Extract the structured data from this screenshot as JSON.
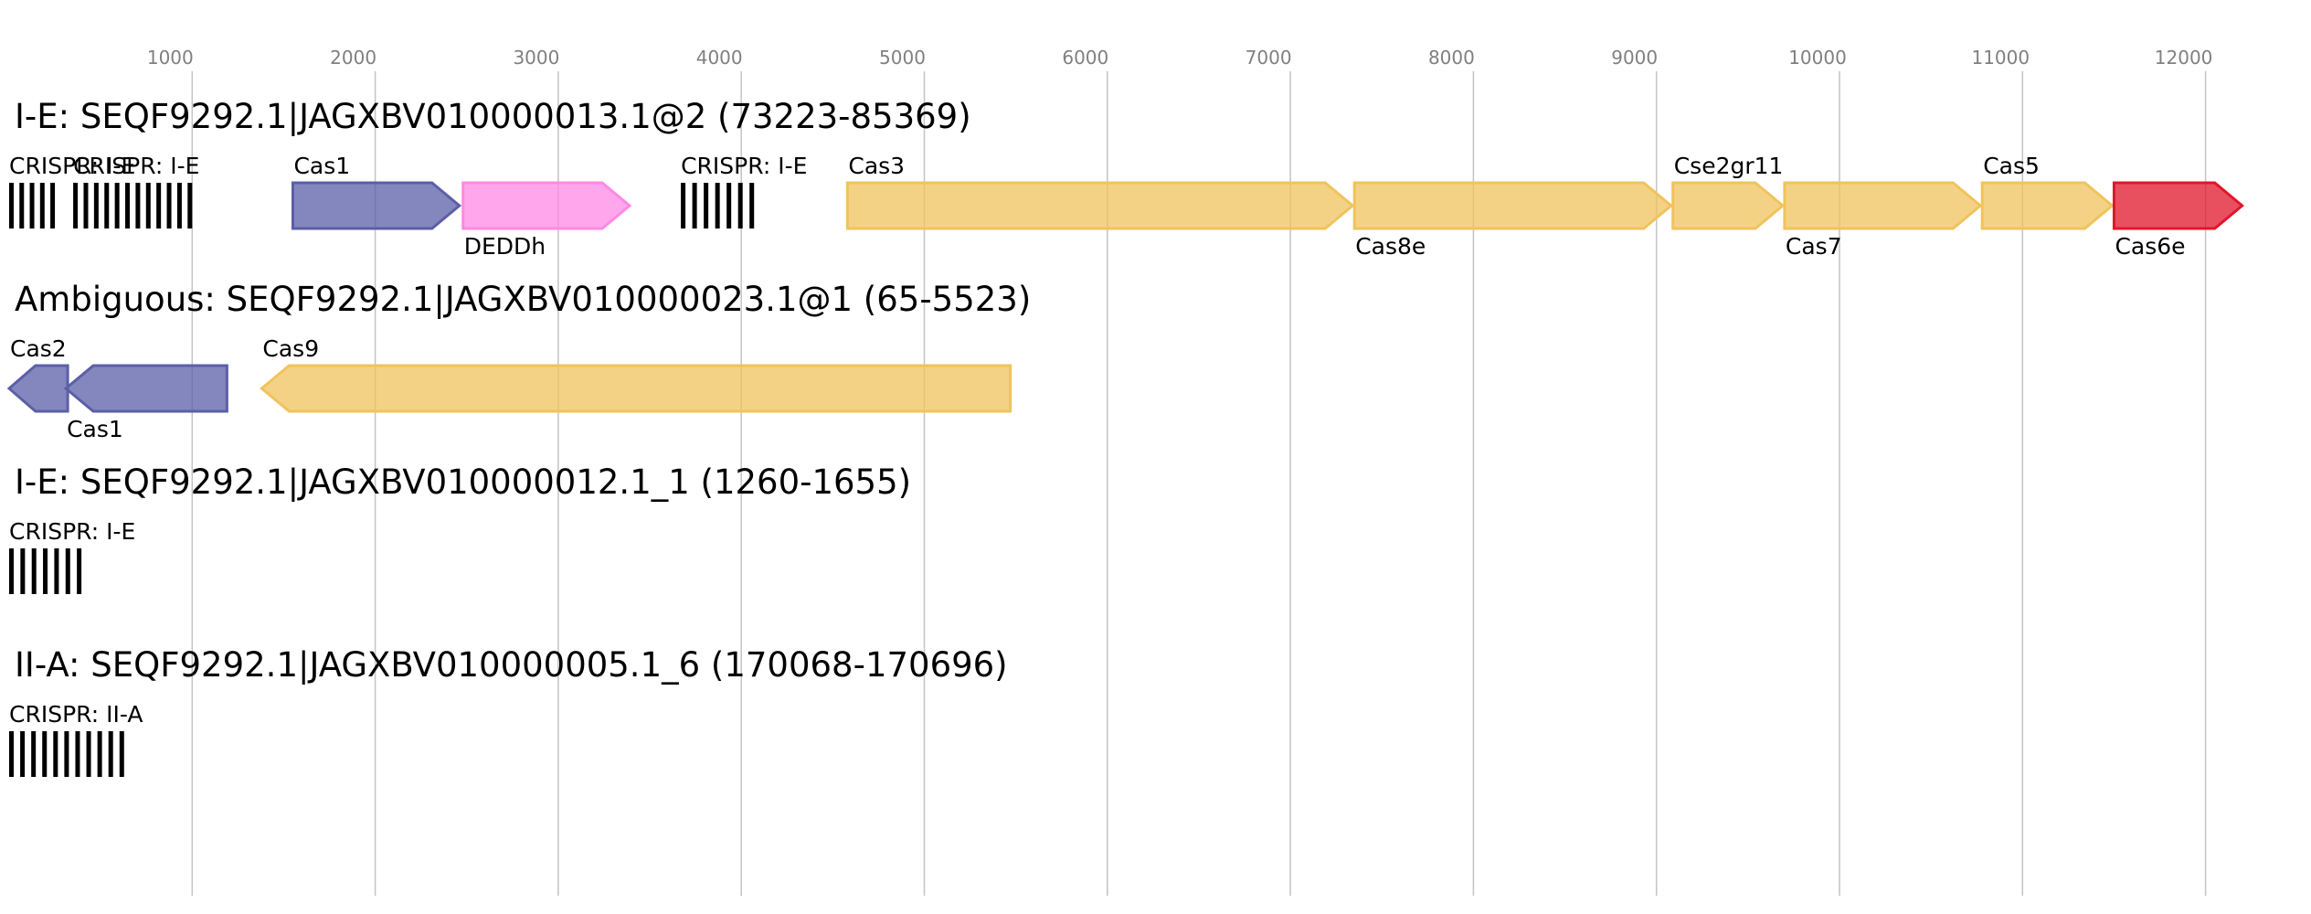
{
  "axis": {
    "ticks": [
      1000,
      2000,
      3000,
      4000,
      5000,
      6000,
      7000,
      8000,
      9000,
      10000,
      11000,
      12000
    ],
    "range": [
      0,
      12300
    ]
  },
  "colors": {
    "blue": "#5b5fa7",
    "pink": "#ff88e6",
    "yellow": "#f0c35c",
    "red": "#e0162b",
    "crispr": "#000000"
  },
  "tracks": [
    {
      "title": "I-E: SEQF9292.1|JAGXBV010000013.1@2 (73223-85369)",
      "features": [
        {
          "kind": "crispr",
          "start": 0,
          "end": 250,
          "spacers": 5,
          "label": "CRISPR: I-E",
          "label_pos": "above"
        },
        {
          "kind": "crispr",
          "start": 350,
          "end": 1000,
          "spacers": 12,
          "label": "CRISPR: I-E",
          "label_pos": "above"
        },
        {
          "kind": "gene",
          "name": "Cas1",
          "start": 1550,
          "end": 2460,
          "strand": "+",
          "color": "blue",
          "label_pos": "above"
        },
        {
          "kind": "gene",
          "name": "DEDDh",
          "start": 2480,
          "end": 3390,
          "strand": "+",
          "color": "pink",
          "label_pos": "below"
        },
        {
          "kind": "crispr",
          "start": 3670,
          "end": 4070,
          "spacers": 7,
          "label": "CRISPR: I-E",
          "label_pos": "above"
        },
        {
          "kind": "gene",
          "name": "Cas3",
          "start": 4580,
          "end": 7340,
          "strand": "+",
          "color": "yellow",
          "label_pos": "above"
        },
        {
          "kind": "gene",
          "name": "Cas8e",
          "start": 7350,
          "end": 9080,
          "strand": "+",
          "color": "yellow",
          "label_pos": "below"
        },
        {
          "kind": "gene",
          "name": "Cse2gr11",
          "start": 9090,
          "end": 9690,
          "strand": "+",
          "color": "yellow",
          "label_pos": "above"
        },
        {
          "kind": "gene",
          "name": "Cas7",
          "start": 9700,
          "end": 10770,
          "strand": "+",
          "color": "yellow",
          "label_pos": "below"
        },
        {
          "kind": "gene",
          "name": "Cas5",
          "start": 10780,
          "end": 11490,
          "strand": "+",
          "color": "yellow",
          "label_pos": "above"
        },
        {
          "kind": "gene",
          "name": "Cas6e",
          "start": 11500,
          "end": 12200,
          "strand": "+",
          "color": "red",
          "label_pos": "below"
        }
      ]
    },
    {
      "title": "Ambiguous: SEQF9292.1|JAGXBV010000023.1@1 (65-5523)",
      "features": [
        {
          "kind": "gene",
          "name": "Cas2",
          "start": 0,
          "end": 320,
          "strand": "-",
          "color": "blue",
          "label_pos": "above"
        },
        {
          "kind": "gene",
          "name": "Cas1",
          "start": 310,
          "end": 1190,
          "strand": "-",
          "color": "blue",
          "label_pos": "below"
        },
        {
          "kind": "gene",
          "name": "Cas9",
          "start": 1380,
          "end": 5470,
          "strand": "-",
          "color": "yellow",
          "label_pos": "above"
        }
      ]
    },
    {
      "title": "I-E: SEQF9292.1|JAGXBV010000012.1_1 (1260-1655)",
      "features": [
        {
          "kind": "crispr",
          "start": 0,
          "end": 395,
          "spacers": 7,
          "label": "CRISPR: I-E",
          "label_pos": "above"
        }
      ]
    },
    {
      "title": "II-A: SEQF9292.1|JAGXBV010000005.1_6 (170068-170696)",
      "features": [
        {
          "kind": "crispr",
          "start": 0,
          "end": 628,
          "spacers": 11,
          "label": "CRISPR: II-A",
          "label_pos": "above"
        }
      ]
    }
  ]
}
